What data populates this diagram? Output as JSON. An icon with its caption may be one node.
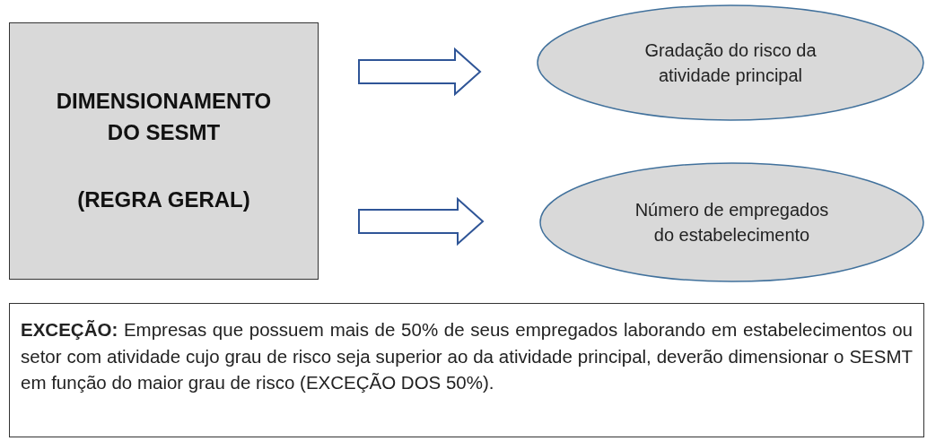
{
  "diagram": {
    "nodes": [
      {
        "text": [
          "DIMENSIONAMENTO DO SESMT",
          "(REGRA GERAL)"
        ]
      },
      {
        "text": [
          "Gradação do risco da atividade principal"
        ]
      },
      {
        "text": [
          "Número de empregados do estabelecimento"
        ]
      },
      {
        "text": [
          "**EXCEÇÃO:** Empresas que possuem mais de 50% de seus empregados laborando em estabelecimentos ou setor com atividade cujo grau de risco seja superior ao da atividade principal, deverão dimensionar o SESMT em função do maior grau de risco (EXCEÇÃO DOS 50%)."
        ]
      }
    ],
    "edges": [
      {
        "from": 0,
        "to": 1,
        "arrow": "to"
      },
      {
        "from": 0,
        "to": 2,
        "arrow": "to"
      }
    ]
  }
}
